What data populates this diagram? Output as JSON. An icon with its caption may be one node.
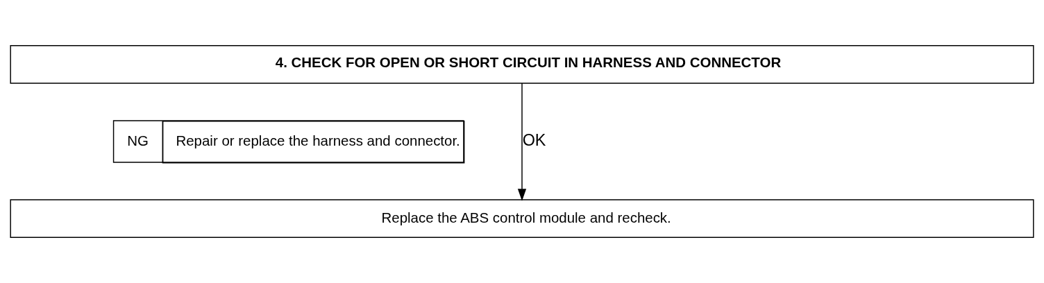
{
  "diagram": {
    "nodes": [
      {
        "text": [
          "4. CHECK FOR OPEN OR SHORT CIRCUIT IN HARNESS AND CONNECTOR"
        ]
      },
      {
        "text": [
          "NG",
          "Repair or replace the harness and connector."
        ]
      },
      {
        "text": [
          "Replace the ABS control module and recheck."
        ]
      }
    ],
    "edges": [
      {
        "from": 0,
        "to": 2,
        "arrow": "to",
        "label": "OK"
      }
    ]
  }
}
